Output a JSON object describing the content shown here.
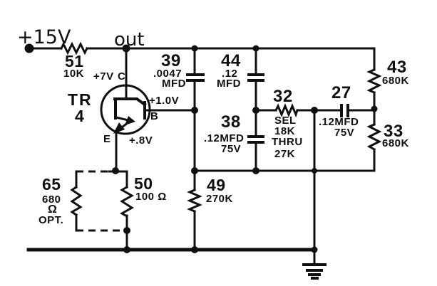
{
  "colors": {
    "ink": "#101010",
    "background": "#ffffff"
  },
  "power": {
    "supply_label": "+15V",
    "output_label": "out"
  },
  "transistor": {
    "ref": "TR",
    "number": "4",
    "collector_voltage": "+7V",
    "collector_terminal": "C",
    "base_voltage": "+1.0V",
    "base_terminal": "B",
    "emitter_terminal": "E",
    "emitter_voltage": "+.8V"
  },
  "components": {
    "r51": {
      "ref": "51",
      "value": "10K"
    },
    "c39": {
      "ref": "39",
      "value": ".0047",
      "unit": "MFD"
    },
    "c44": {
      "ref": "44",
      "value": ".12",
      "unit": "MFD"
    },
    "c38": {
      "ref": "38",
      "value": ".12MFD",
      "rating": "75V"
    },
    "r32": {
      "ref": "32",
      "line1": "SEL",
      "line2": "18K",
      "line3": "THRU",
      "line4": "27K"
    },
    "c27": {
      "ref": "27",
      "value": ".12MFD",
      "rating": "75V"
    },
    "r43": {
      "ref": "43",
      "value": "680K"
    },
    "r33": {
      "ref": "33",
      "value": "680K"
    },
    "r49": {
      "ref": "49",
      "value": "270K"
    },
    "r50": {
      "ref": "50",
      "value": "100 Ω"
    },
    "r65": {
      "ref": "65",
      "value": "680",
      "unit": "Ω",
      "note": "OPT."
    }
  }
}
